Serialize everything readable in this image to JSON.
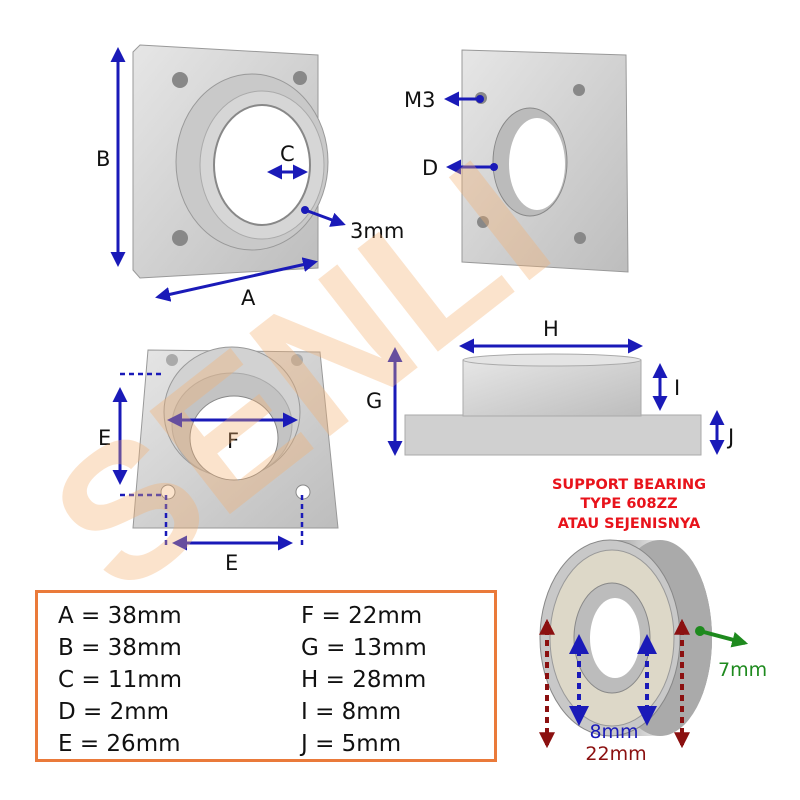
{
  "labels": {
    "A": "A",
    "B": "B",
    "C": "C",
    "D": "D",
    "E": "E",
    "F": "F",
    "G": "G",
    "H": "H",
    "I": "I",
    "J": "J",
    "M3": "M3",
    "thickness": "3mm"
  },
  "watermark": "SENLI",
  "dimensions_table": {
    "left": [
      "A = 38mm",
      "B = 38mm",
      "C = 11mm",
      "D = 2mm",
      "E = 26mm"
    ],
    "right": [
      "F = 22mm",
      "G = 13mm",
      "H = 28mm",
      "I = 8mm",
      "J = 5mm"
    ]
  },
  "bearing": {
    "title_lines": [
      "SUPPORT BEARING",
      "TYPE 608ZZ",
      "ATAU SEJENISNYA"
    ],
    "inner_diameter": "8mm",
    "outer_diameter": "22mm",
    "width": "7mm"
  },
  "colors": {
    "arrow": "#1a1ab8",
    "table_border": "#ea7a3a",
    "title": "#e8131b",
    "outer_dim": "#8b1010",
    "width_dim": "#1e8a1e",
    "watermark": "#f5b070"
  }
}
